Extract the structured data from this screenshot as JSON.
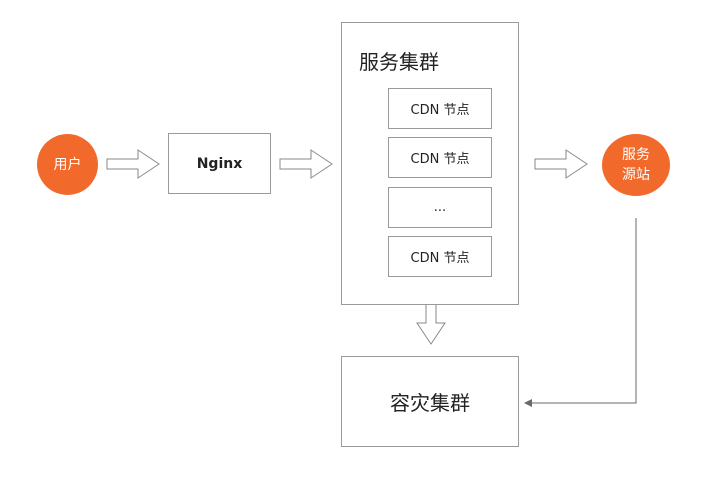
{
  "nodes": {
    "user": "用户",
    "nginx": "Nginx",
    "cluster_title": "服务集群",
    "cdn_nodes": [
      "CDN 节点",
      "CDN 节点",
      "...",
      "CDN 节点"
    ],
    "origin_line1": "服务",
    "origin_line2": "源站",
    "backup_cluster": "容灾集群"
  },
  "colors": {
    "accent": "#f26a2b",
    "border": "#9a9a9a"
  }
}
